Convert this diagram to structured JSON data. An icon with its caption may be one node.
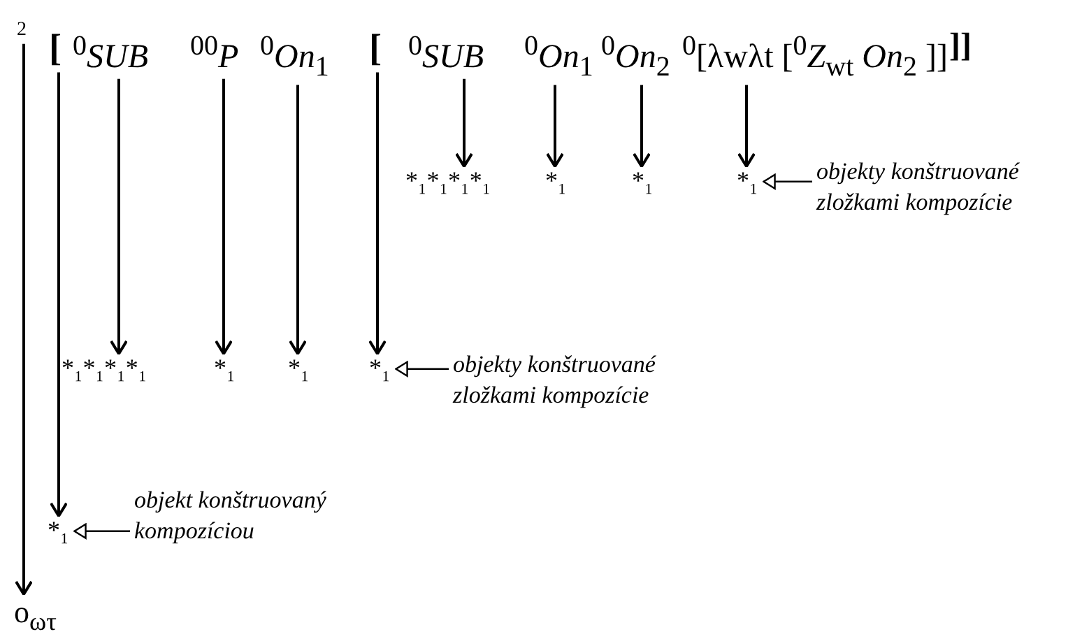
{
  "diagram": {
    "nodes": [
      {
        "text": [
          "2"
        ]
      },
      {
        "text": [
          "["
        ]
      },
      {
        "text": [
          "$^{0}$*SUB*"
        ]
      },
      {
        "text": [
          "$^{00}$*P*"
        ]
      },
      {
        "text": [
          "$^{0}$*On*$_{1}$"
        ]
      },
      {
        "text": [
          "["
        ]
      },
      {
        "text": [
          "$^{0}$*SUB*"
        ]
      },
      {
        "text": [
          "$^{0}$*On*$_{1}$"
        ]
      },
      {
        "text": [
          "$^{0}$*On*$_{2}$"
        ]
      },
      {
        "text": [
          "$^{0}$[λwλt [$^{0}$*Z*$_{wt}$ *On*$_{2}$ ]]"
        ]
      },
      {
        "text": [
          "*₁*₁*₁*₁"
        ]
      },
      {
        "text": [
          "*₁"
        ]
      },
      {
        "text": [
          "*₁"
        ]
      },
      {
        "text": [
          "*₁"
        ]
      },
      {
        "text": [
          "objekty konštruované zložkami kompozície"
        ]
      },
      {
        "text": [
          "*₁*₁*₁*₁"
        ]
      },
      {
        "text": [
          "*₁"
        ]
      },
      {
        "text": [
          "*₁"
        ]
      },
      {
        "text": [
          "*₁"
        ]
      },
      {
        "text": [
          "objekty konštruované zložkami kompozície"
        ]
      },
      {
        "text": [
          "*₁"
        ]
      },
      {
        "text": [
          "objekt konštruovaný kompozíciou"
        ]
      },
      {
        "text": [
          "o$_{ωτ}$"
        ]
      }
    ],
    "edges": [
      {
        "from": 0,
        "to": 22,
        "arrow": "to"
      },
      {
        "from": 1,
        "to": 20,
        "arrow": "to"
      },
      {
        "from": 2,
        "to": 15,
        "arrow": "to"
      },
      {
        "from": 3,
        "to": 16,
        "arrow": "to"
      },
      {
        "from": 4,
        "to": 17,
        "arrow": "to"
      },
      {
        "from": 5,
        "to": 18,
        "arrow": "to"
      },
      {
        "from": 6,
        "to": 10,
        "arrow": "to"
      },
      {
        "from": 7,
        "to": 11,
        "arrow": "to"
      },
      {
        "from": 8,
        "to": 12,
        "arrow": "to"
      },
      {
        "from": 9,
        "to": 13,
        "arrow": "to"
      },
      {
        "from": 14,
        "to": 13,
        "arrow": "to"
      },
      {
        "from": 19,
        "to": 18,
        "arrow": "to"
      },
      {
        "from": 21,
        "to": 20,
        "arrow": "to"
      }
    ],
    "labels": [
      "]]"
    ]
  }
}
